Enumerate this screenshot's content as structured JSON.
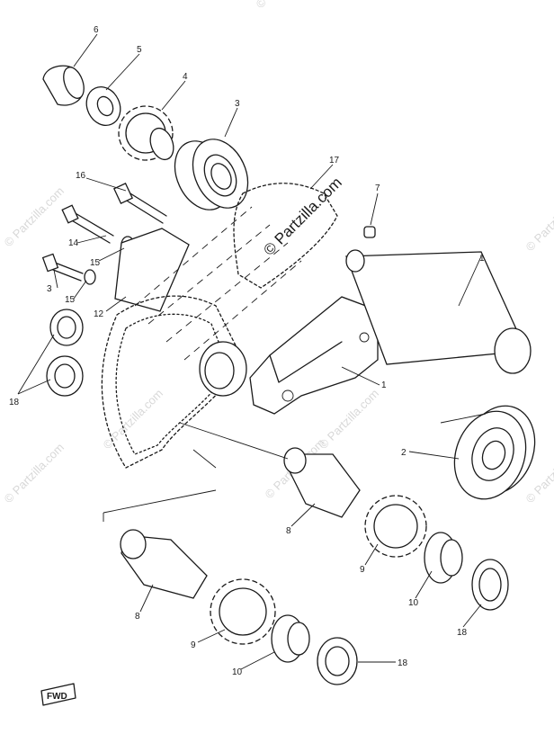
{
  "diagram": {
    "callouts": {
      "c1a": "1",
      "c1b": "1",
      "c2": "2",
      "c3a": "3",
      "c3b": "3",
      "c4": "4",
      "c5": "5",
      "c6": "6",
      "c7": "7",
      "c8a": "8",
      "c8b": "8",
      "c9a": "9",
      "c9b": "9",
      "c10a": "10",
      "c10b": "10",
      "c12": "12",
      "c14": "14",
      "c15a": "15",
      "c15b": "15",
      "c16": "16",
      "c17": "17",
      "c18a": "18",
      "c18b": "18",
      "c18c": "18"
    },
    "fwd_label": "FWD",
    "watermark": "© Partzilla.com",
    "watermark_center": "© Partzilla.com"
  },
  "colors": {
    "ink": "#1a1a1a",
    "paper": "#ffffff",
    "watermark": "#d8d8d8"
  }
}
